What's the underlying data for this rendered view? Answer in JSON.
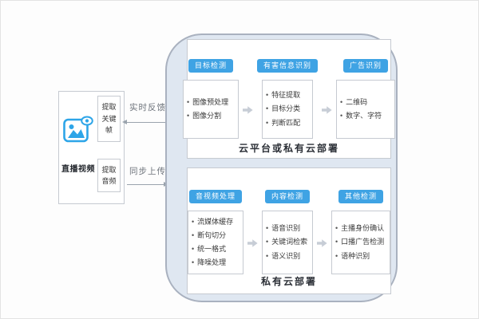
{
  "source": {
    "label": "直播视频",
    "extract_keyframes": "提取关键帧",
    "extract_audio": "提取音频"
  },
  "flows": {
    "realtime_feedback": "实时反馈",
    "sync_upload": "同步上传"
  },
  "cloud_section": {
    "label": "云平台或私有云部署",
    "modules": [
      {
        "title": "目标检测",
        "items": [
          "图像预处理",
          "图像分割"
        ]
      },
      {
        "title": "有害信息识别",
        "items": [
          "特征提取",
          "目标分类",
          "判断匹配"
        ]
      },
      {
        "title": "广告识别",
        "items": [
          "二维码",
          "数字、字符"
        ]
      }
    ]
  },
  "private_section": {
    "label": "私有云部署",
    "modules": [
      {
        "title": "音视频处理",
        "items": [
          "流媒体缓存",
          "断句切分",
          "统一格式",
          "降噪处理"
        ]
      },
      {
        "title": "内容检测",
        "items": [
          "语音识别",
          "关键词检索",
          "语义识别"
        ]
      },
      {
        "title": "其他检测",
        "items": [
          "主播身份确认",
          "口播广告检测",
          "语种识别"
        ]
      }
    ]
  },
  "icons": {
    "live_video": "image-with-eye-icon",
    "module_flow": "hollow-right-arrow"
  },
  "colors": {
    "header_blue": "#3fa3e4",
    "icon_blue": "#2da5e8",
    "panel_fill": "#dfe7f1",
    "panel_border": "#a9b1bf",
    "box_border": "#c6cad1",
    "flow_arrow_gray": "#c7cdd6",
    "line_gray": "#9aa3ad",
    "text_dark": "#333333"
  }
}
